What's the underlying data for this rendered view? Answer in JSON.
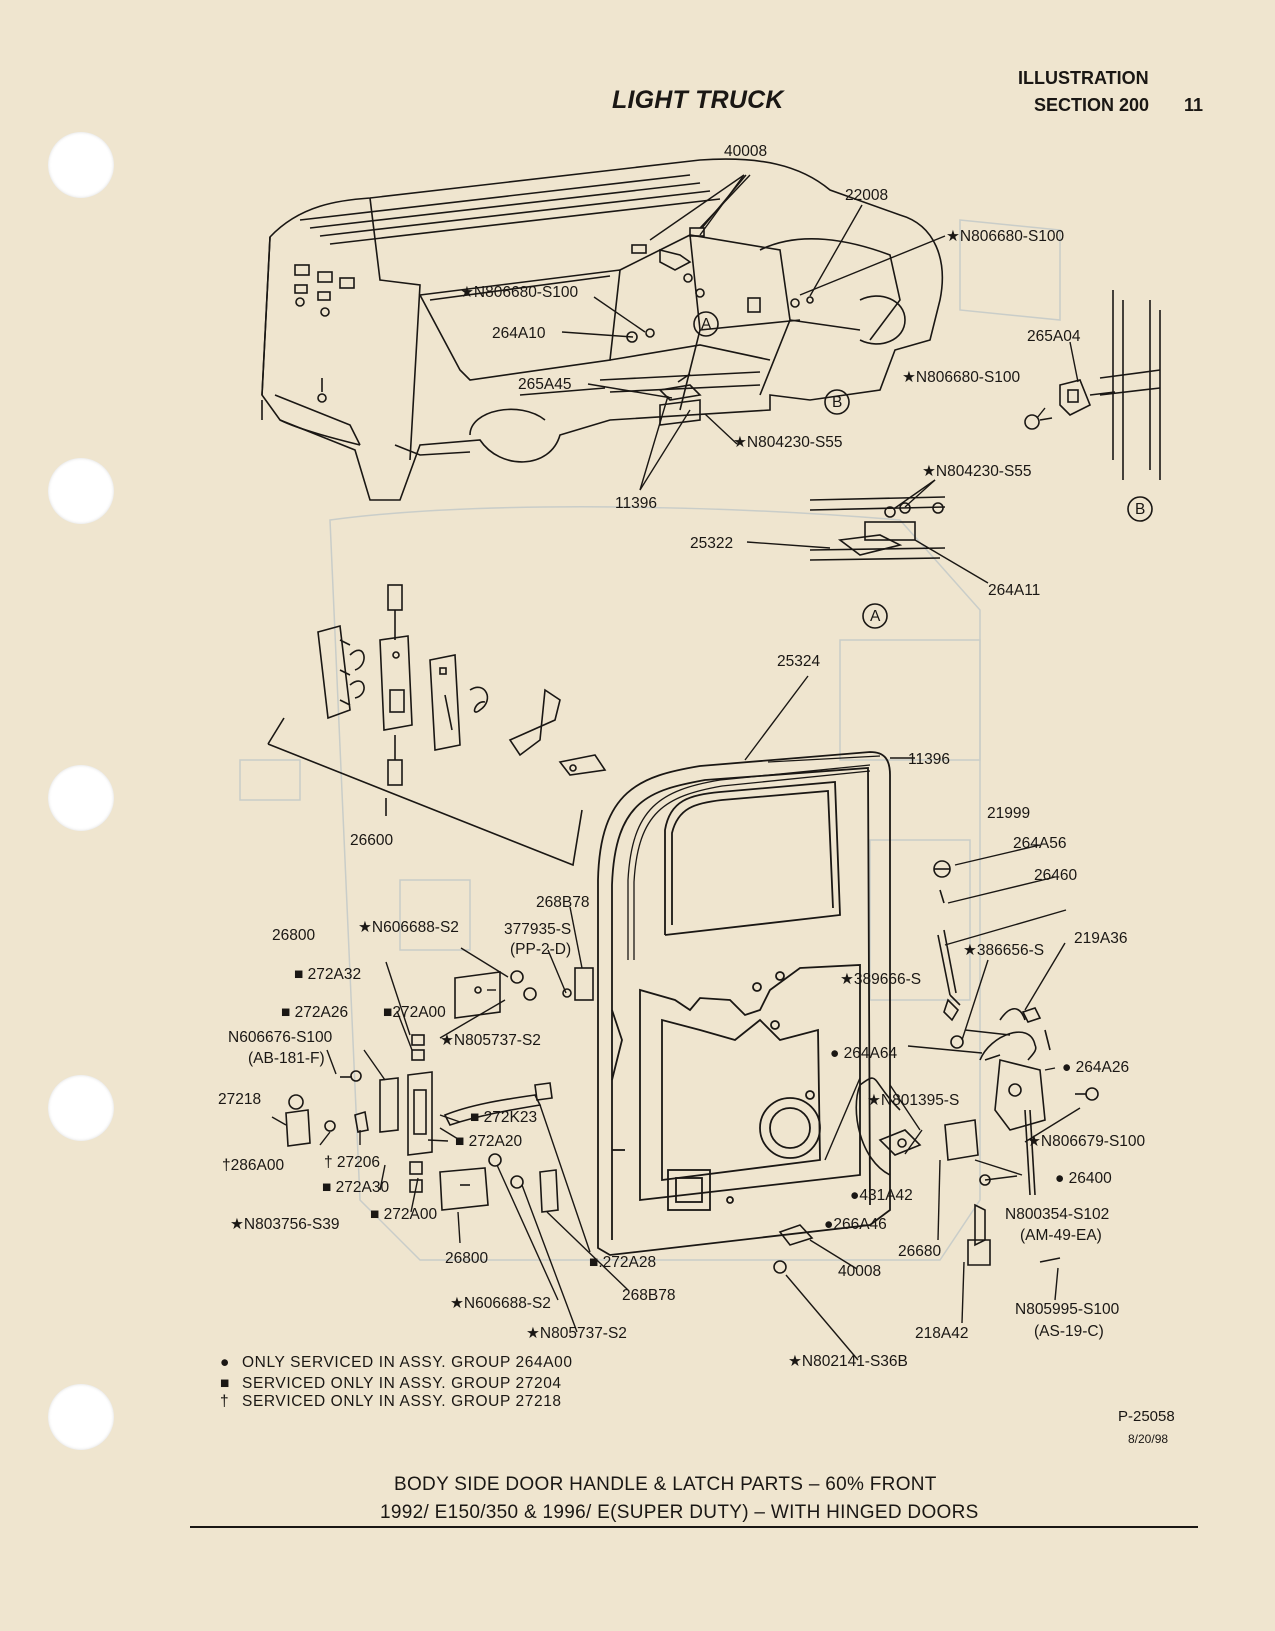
{
  "header": {
    "title": "LIGHT TRUCK",
    "illustration": "ILLUSTRATION",
    "section": "SECTION 200",
    "page_number": "11"
  },
  "labels": {
    "l01": "40008",
    "l02": "22008",
    "l03": "★N806680-S100",
    "l04": "★N806680-S100",
    "l05": "264A10",
    "l06": "265A04",
    "l07": "★N806680-S100",
    "l08": "265A45",
    "l09": "★N804230-S55",
    "l10": "★N804230-S55",
    "l11": "11396",
    "l12": "25322",
    "l13": "264A11",
    "l14": "25324",
    "l15": "11396",
    "l16": "26600",
    "l17": "21999",
    "l18": "264A56",
    "l19": "26460",
    "l20": "268B78",
    "l21": "377935-S",
    "l22": "(PP-2-D)",
    "l23": "26800",
    "l24": "★N606688-S2",
    "l25": "219A36",
    "l26": "★386656-S",
    "l27": "■ 272A32",
    "l28": "★389666-S",
    "l29": "■ 272A26",
    "l30": "■272A00",
    "l31": "★N805737-S2",
    "l32": "N606676-S100",
    "l33": "(AB-181-F)",
    "l34": "● 264A64",
    "l35": "● 264A26",
    "l36": "27218",
    "l37": "★N801395-S",
    "l38": "■ 272K23",
    "l39": "†286A00",
    "l40": "† 27206",
    "l41": "■ 272A20",
    "l42": "★N806679-S100",
    "l43": "■ 272A30",
    "l44": "●431A42",
    "l45": "● 26400",
    "l46": "★N803756-S39",
    "l47": "■ 272A00",
    "l48": "●266A46",
    "l49": "N800354-S102",
    "l50": "(AM-49-EA)",
    "l51": "26800",
    "l52": "■.272A28",
    "l53": "40008",
    "l54": "26680",
    "l55": "★N606688-S2",
    "l56": "268B78",
    "l57": "N805995-S100",
    "l58": "(AS-19-C)",
    "l59": "★N805737-S2",
    "l60": "218A42",
    "l61": "★N802141-S36B",
    "callout_a1": "A",
    "callout_a2": "A",
    "callout_b1": "B",
    "callout_b2": "B"
  },
  "legend": {
    "sym1": "●",
    "text1": "ONLY SERVICED IN ASSY. GROUP 264A00",
    "sym2": "■",
    "text2": "SERVICED ONLY IN ASSY. GROUP 27204",
    "sym3": "†",
    "text3": "SERVICED ONLY IN ASSY. GROUP 27218"
  },
  "footer": {
    "part_number": "P-25058",
    "date": "8/20/98",
    "caption_line1": "BODY SIDE DOOR HANDLE & LATCH PARTS – 60% FRONT",
    "caption_line2": "1992/ E150/350 & 1996/ E(SUPER DUTY) – WITH HINGED DOORS"
  },
  "colors": {
    "paper": "#efe5cf",
    "ink": "#1a1714",
    "bleed_through": "#b9c3c6"
  }
}
